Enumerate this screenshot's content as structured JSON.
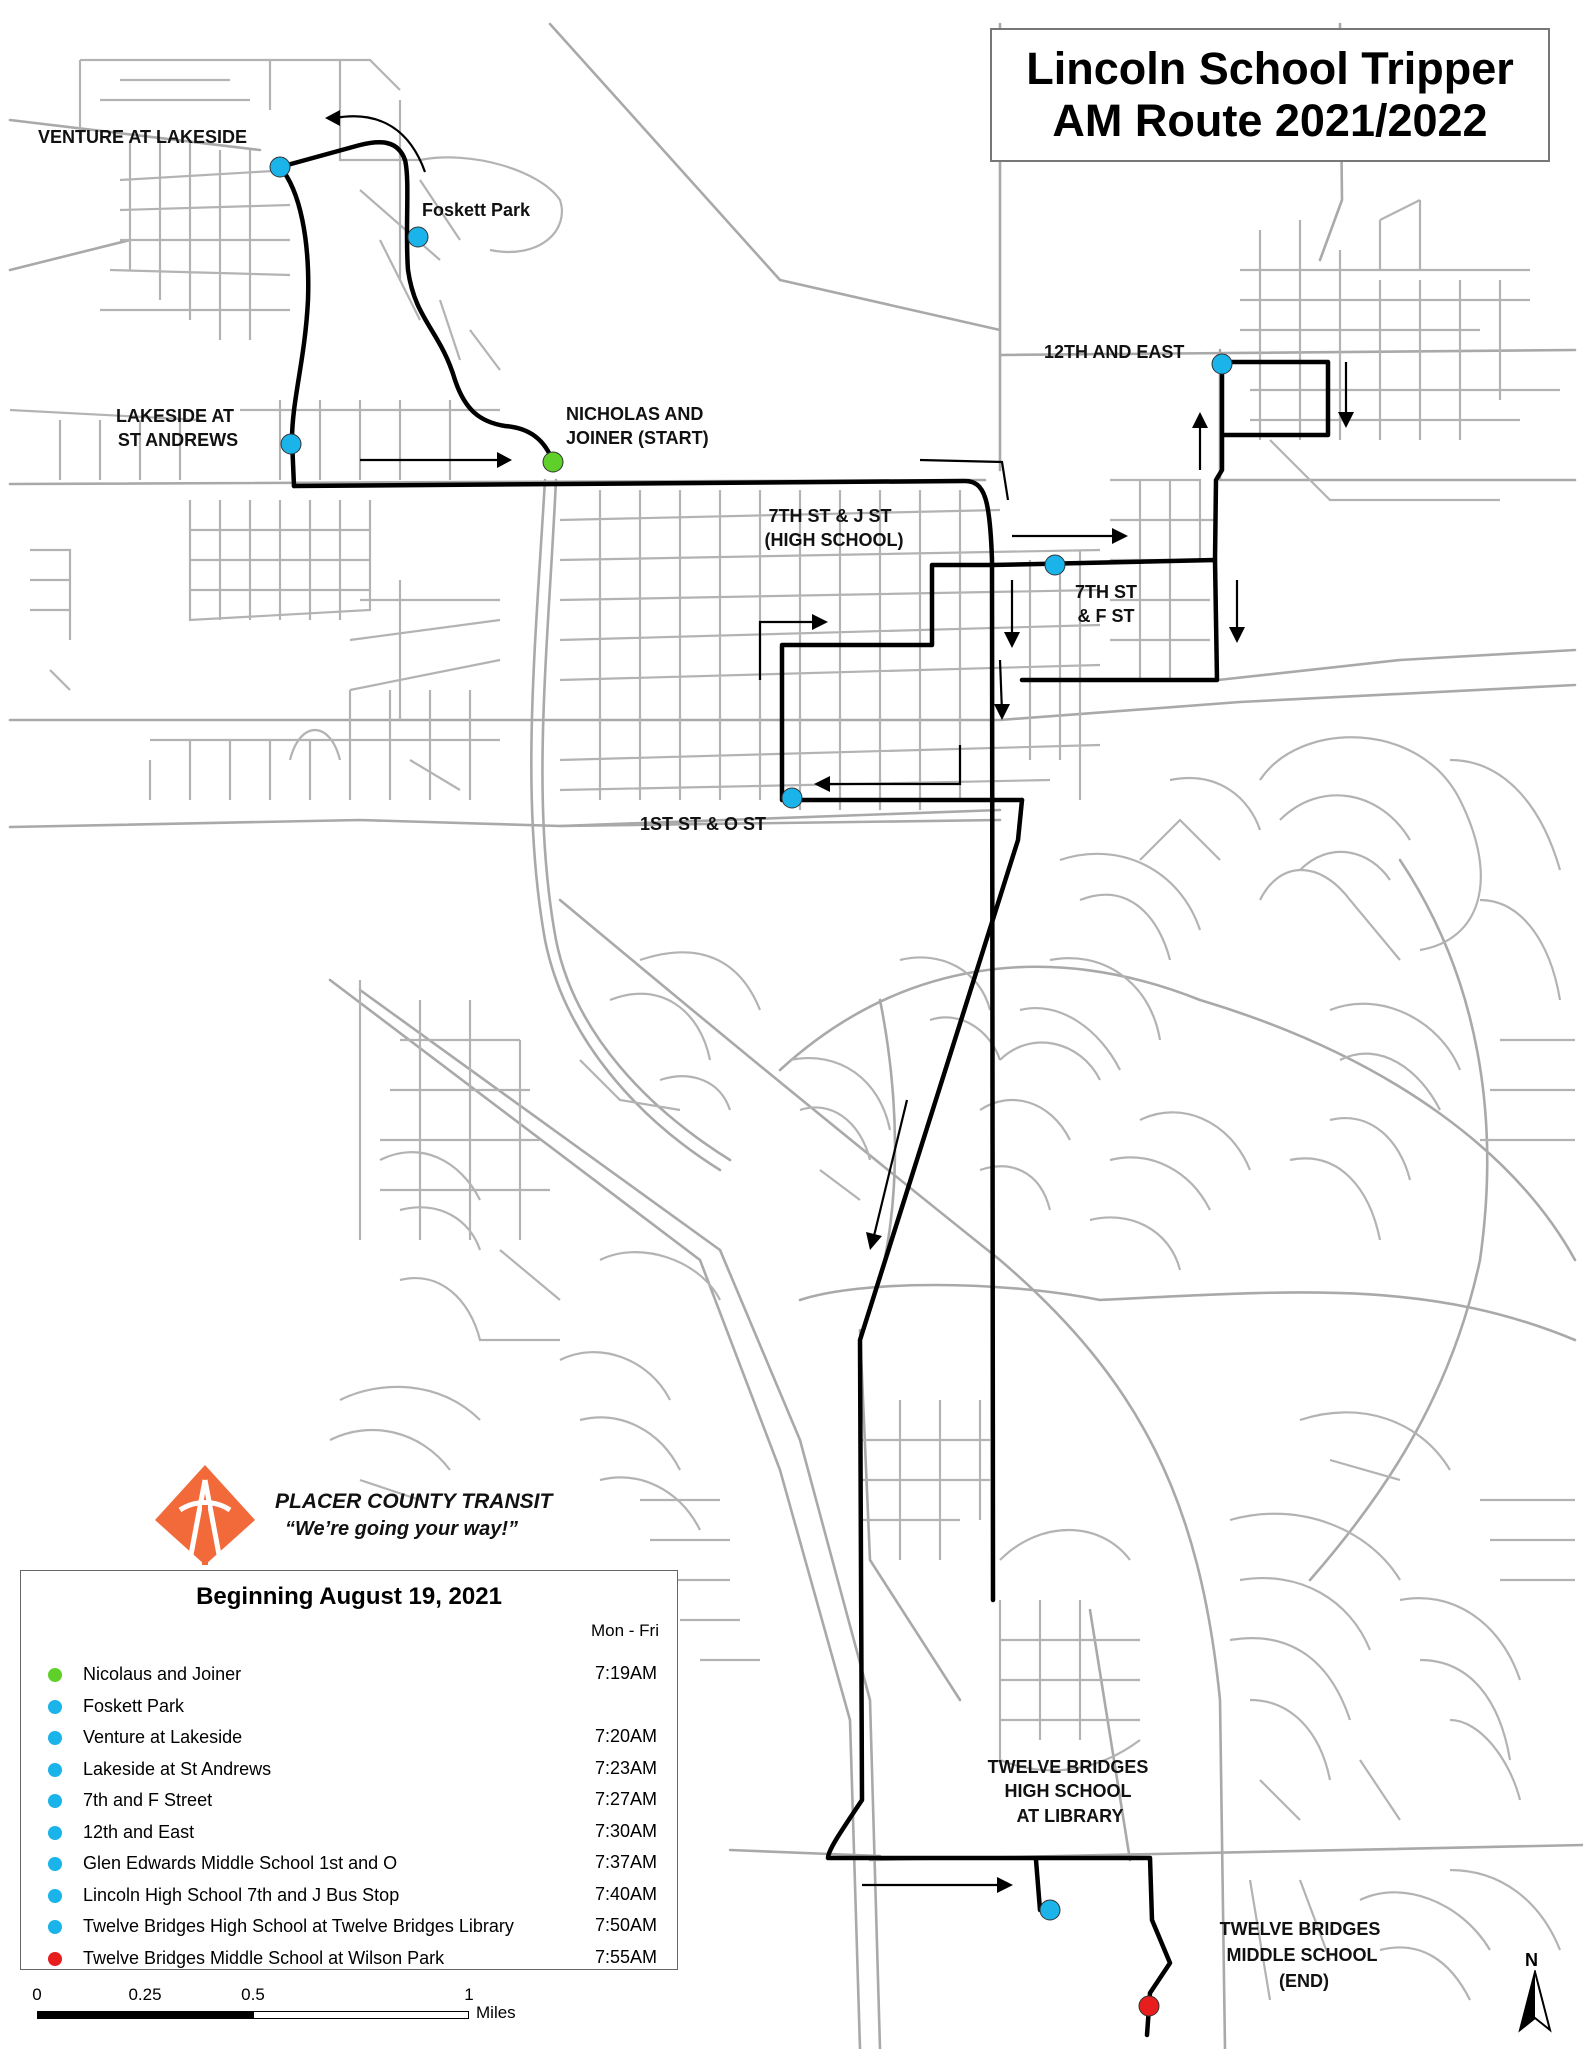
{
  "title": {
    "line1": "Lincoln School Tripper",
    "line2": "AM Route 2021/2022"
  },
  "stop_labels": {
    "venture": "VENTURE AT LAKESIDE",
    "foskett": "Foskett Park",
    "lakeside_1": "LAKESIDE AT",
    "lakeside_2": "ST ANDREWS",
    "nicholas_1": "NICHOLAS AND",
    "nicholas_2": "JOINER (START)",
    "twelfth_east": "12TH AND EAST",
    "seventh_j_1": "7TH ST & J ST",
    "seventh_j_2": "(HIGH SCHOOL)",
    "seventh_f_1": "7TH ST",
    "seventh_f_2": "& F ST",
    "first_o": "1ST ST & O ST",
    "tb_high_1": "TWELVE BRIDGES",
    "tb_high_2": "HIGH SCHOOL",
    "tb_high_3": "AT LIBRARY",
    "tb_middle_1": "TWELVE BRIDGES",
    "tb_middle_2": "MIDDLE SCHOOL",
    "tb_middle_3": "(END)"
  },
  "logo": {
    "name": "PLACER COUNTY TRANSIT",
    "tagline": "“We’re going your way!”"
  },
  "legend": {
    "title": "Beginning August 19, 2021",
    "days": "Mon - Fri",
    "rows": [
      {
        "name": "Nicolaus and Joiner",
        "time": "7:19AM",
        "color": "#5fd02a"
      },
      {
        "name": "Foskett Park",
        "time": "",
        "color": "#1ab4ea"
      },
      {
        "name": "Venture at Lakeside",
        "time": "7:20AM",
        "color": "#1ab4ea"
      },
      {
        "name": "Lakeside at St Andrews",
        "time": "7:23AM",
        "color": "#1ab4ea"
      },
      {
        "name": "7th and F Street",
        "time": "7:27AM",
        "color": "#1ab4ea"
      },
      {
        "name": "12th and East",
        "time": "7:30AM",
        "color": "#1ab4ea"
      },
      {
        "name": "Glen Edwards Middle School 1st and O",
        "time": "7:37AM",
        "color": "#1ab4ea"
      },
      {
        "name": "Lincoln High School 7th and J Bus Stop",
        "time": "7:40AM",
        "color": "#1ab4ea"
      },
      {
        "name": "Twelve Bridges High School at Twelve Bridges Library",
        "time": "7:50AM",
        "color": "#1ab4ea"
      },
      {
        "name": "Twelve Bridges Middle School at Wilson Park",
        "time": "7:55AM",
        "color": "#e81e1e"
      }
    ]
  },
  "scale": {
    "t0": "0",
    "t1": "0.25",
    "t2": "0.5",
    "t3": "1",
    "unit": "Miles"
  },
  "north": "N",
  "colors": {
    "start": "#5fd02a",
    "stop": "#1ab4ea",
    "end": "#e81e1e",
    "road": "#a9a9a9",
    "route": "#000000",
    "logo": "#f26a3a"
  }
}
